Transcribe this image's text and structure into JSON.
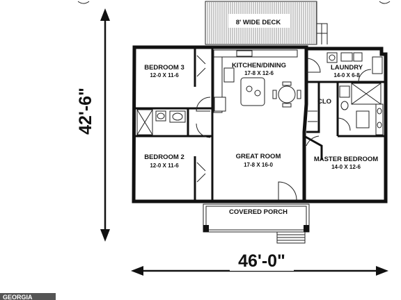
{
  "plan": {
    "rooms": [
      {
        "id": "deck",
        "name": "8' WIDE DECK",
        "dims": ""
      },
      {
        "id": "kitchen",
        "name": "KITCHEN/DINING",
        "dims": "17-8 X 12-6"
      },
      {
        "id": "bedroom3",
        "name": "BEDROOM 3",
        "dims": "12-0 X 11-6"
      },
      {
        "id": "laundry",
        "name": "LAUNDRY",
        "dims": "14-0 X 6-8"
      },
      {
        "id": "clo",
        "name": "CLO",
        "dims": ""
      },
      {
        "id": "bedroom2",
        "name": "BEDROOM 2",
        "dims": "12-0 X 11-6"
      },
      {
        "id": "great",
        "name": "GREAT ROOM",
        "dims": "17-8 X 16-0"
      },
      {
        "id": "master",
        "name": "MASTER BEDROOM",
        "dims": "14-0 X 12-6"
      },
      {
        "id": "porch",
        "name": "COVERED PORCH",
        "dims": ""
      }
    ],
    "dimensions": {
      "depth": "42'-6\"",
      "width": "46'-0\""
    },
    "watermark": "GEORGIA"
  }
}
